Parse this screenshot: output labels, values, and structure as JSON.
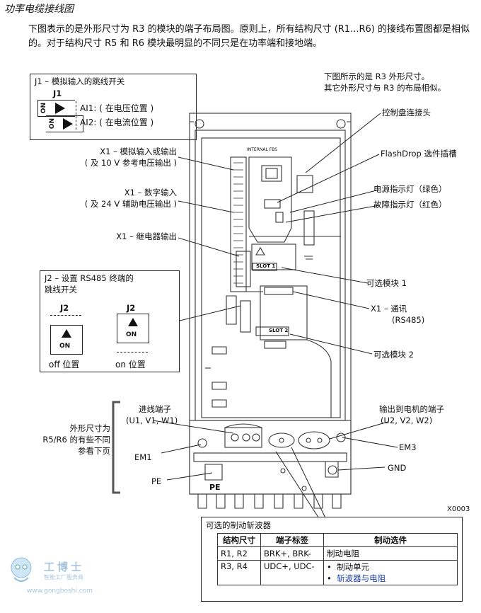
{
  "page": {
    "title": "功率电缆接线图",
    "intro": "下图表示的是外形尺寸为 R3 的模块的端子布局图。原则上，所有结构尺寸 (R1...R6) 的接线布置图都是相似的。对于结构尺寸 R5 和 R6 模块最明显的不同只是在功率端和接地端。"
  },
  "j1": {
    "heading": "J1 – 模拟输入的跳线开关",
    "label": "J1",
    "on_text": "ON",
    "ai1": "AI1: ( 在电压位置 )",
    "ai2": "AI2: ( 在电流位置 )"
  },
  "r3_note": {
    "line1": "下图所示的是 R3 外形尺寸。",
    "line2": "其它外形尺寸与 R3 的布局相似。"
  },
  "labels": {
    "control_panel": "控制盘连接头",
    "flashdrop": "FlashDrop 选件插槽",
    "power_led": "电源指示灯（绿色）",
    "fault_led": "故障指示灯（红色）",
    "x1_analog_1": "X1 – 模拟输入或输出",
    "x1_analog_2": "( 及 10 V 参考电压输出 )",
    "x1_digital_1": "X1 – 数字输入",
    "x1_digital_2": "( 及 24 V 辅助电压输出 )",
    "x1_relay": "X1 – 继电器输出",
    "option1": "可选模块 1",
    "x1_comm_1": "X1 – 通讯",
    "x1_comm_2": "(RS485)",
    "option2": "可选模块 2",
    "input_1": "进线端子",
    "input_2": "(U1, V1, W1)",
    "output_1": "输出到电机的端子",
    "output_2": "(U2, V2, W2)",
    "em1": "EM1",
    "em3": "EM3",
    "pe": "PE",
    "gnd": "GND",
    "r5r6_1": "外形尺寸为",
    "r5r6_2": "R5/R6 的有些不同",
    "r5r6_3": "参看下页",
    "drawing_no": "X0003"
  },
  "device": {
    "slot1": "SLOT 1",
    "slot2": "SLOT 2",
    "pe_mark": "PE",
    "internal_fbs": "INTERNAL FBS"
  },
  "j2": {
    "heading_1": "J2 – 设置 RS485 终端的",
    "heading_2": "跳线开关",
    "label_off": "J2",
    "label_on": "J2",
    "on_text_off": "ON",
    "on_text_on": "ON",
    "off_position": "off 位置",
    "on_position": "on 位置"
  },
  "brake_table": {
    "caption": "可选的制动斩波器",
    "headers": [
      "结构尺寸",
      "端子标签",
      "制动选件"
    ],
    "rows": [
      {
        "size": "R1, R2",
        "terminal": "BRK+, BRK-",
        "option": "制动电阻"
      },
      {
        "size": "R3, R4",
        "terminal": "UDC+, UDC-",
        "option_a": "制动单元",
        "option_b": "斩波器与电阻"
      }
    ]
  },
  "watermark": {
    "brand": "工博士",
    "tagline": "智能工厂服务商",
    "url": "www.gongboshi.com"
  }
}
